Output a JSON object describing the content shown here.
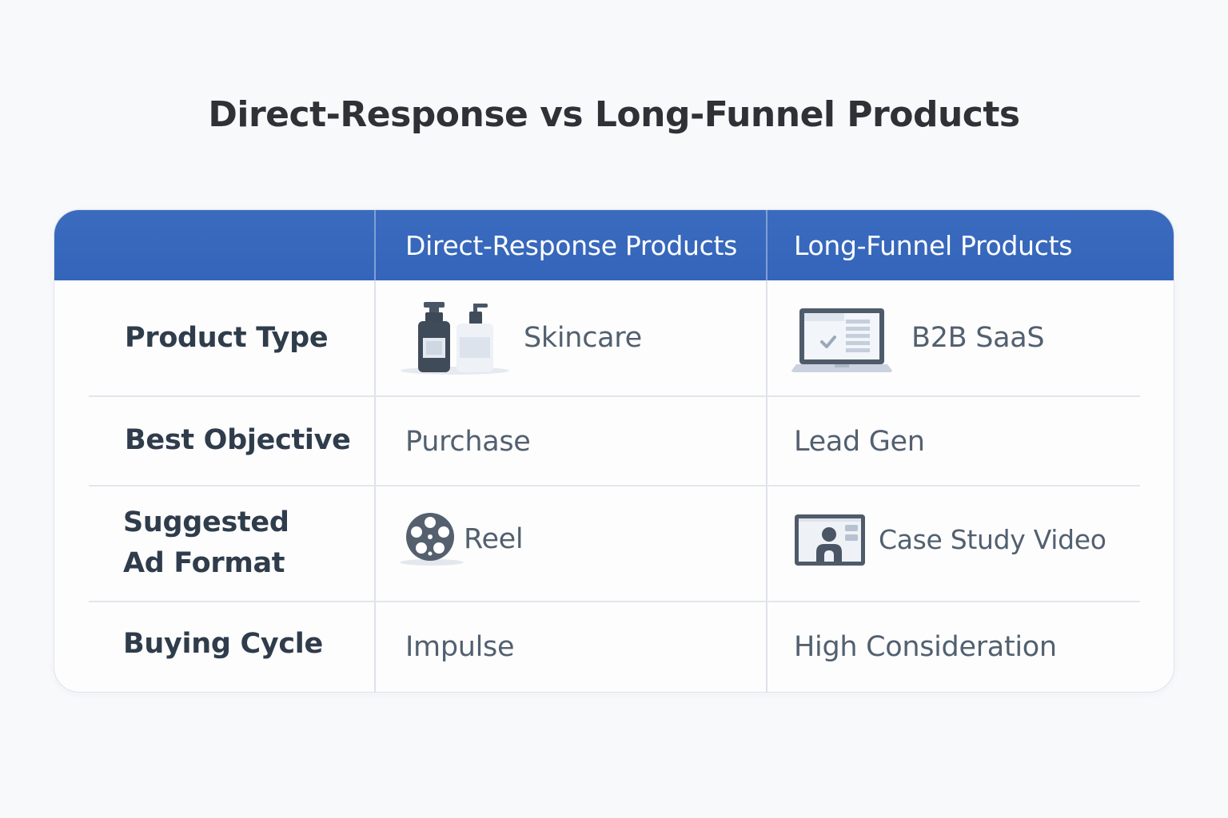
{
  "title": "Direct-Response vs Long-Funnel Products",
  "colors": {
    "header_blue": "#3566bb",
    "label_text": "#2f3c4b",
    "value_text": "#52606f",
    "background": "#f8f9fb",
    "icon_dark": "#4a5666"
  },
  "table": {
    "columns": [
      "",
      "Direct-Response Products",
      "Long-Funnel Products"
    ],
    "rows": [
      {
        "label": "Product Type",
        "direct": {
          "text": "Skincare",
          "icon": "skincare-bottles-icon"
        },
        "long": {
          "text": "B2B SaaS",
          "icon": "laptop-dashboard-icon"
        }
      },
      {
        "label": "Best Objective",
        "direct": {
          "text": "Purchase"
        },
        "long": {
          "text": "Lead Gen"
        }
      },
      {
        "label_line1": "Suggested",
        "label_line2": "Ad Format",
        "direct": {
          "text": "Reel",
          "icon": "film-reel-icon"
        },
        "long": {
          "text": "Case Study Video",
          "icon": "video-presenter-icon"
        }
      },
      {
        "label": "Buying Cycle",
        "direct": {
          "text": "Impulse"
        },
        "long": {
          "text": "High Consideration"
        }
      }
    ]
  }
}
